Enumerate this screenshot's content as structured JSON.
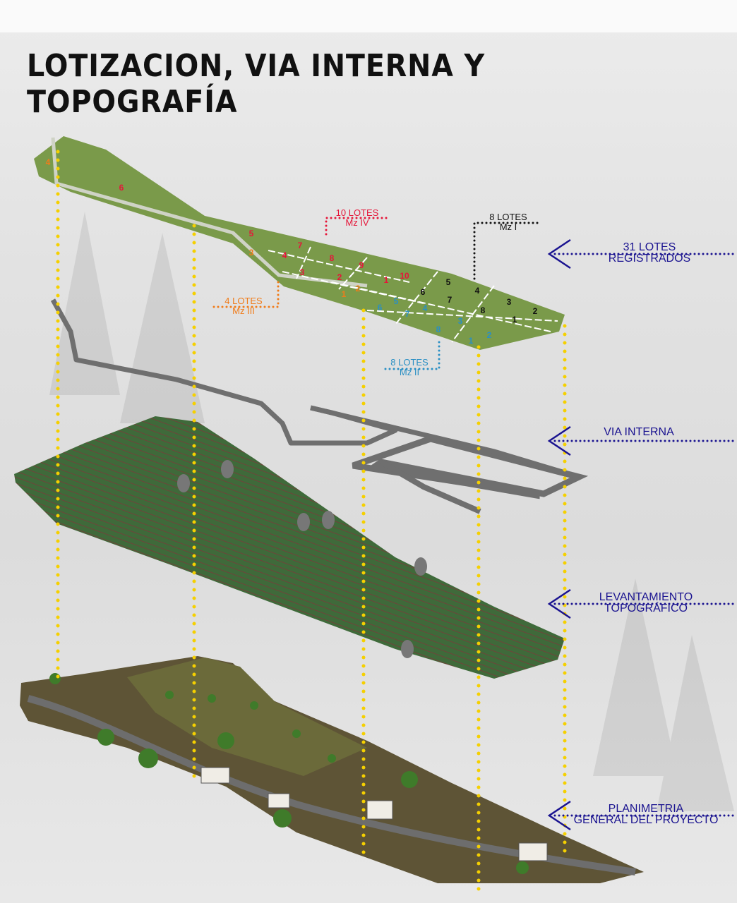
{
  "title": "LOTIZACION, VIA INTERNA Y TOPOGRAFÍA",
  "manzanas": [
    {
      "count": "10 LOTES",
      "name": "Mz IV",
      "color": "#e5173a"
    },
    {
      "count": "8 LOTES",
      "name": "Mz I",
      "color": "#111111"
    },
    {
      "count": "4 LOTES",
      "name": "Mz III",
      "color": "#f07c1a"
    },
    {
      "count": "8 LOTES",
      "name": "Mz II",
      "color": "#2a8fc4"
    }
  ],
  "lots": {
    "mz4": [
      "1",
      "2",
      "3",
      "4",
      "5",
      "6",
      "7",
      "8",
      "9",
      "10"
    ],
    "mz3": [
      "1",
      "2",
      "3",
      "4"
    ],
    "mz1": [
      "1",
      "2",
      "3",
      "4",
      "5",
      "6",
      "7",
      "8"
    ],
    "mz2": [
      "1",
      "2",
      "3",
      "4",
      "5",
      "6",
      "7",
      "8"
    ]
  },
  "layers": [
    {
      "line1": "31 LOTES",
      "line2": "REGISTRADOS"
    },
    {
      "line1": "VIA INTERNA",
      "line2": ""
    },
    {
      "line1": "LEVANTAMIENTO",
      "line2": "TOPOGRÁFICO"
    },
    {
      "line1": "PLANIMETRIA",
      "line2": "GENERAL DEL PROYECTO"
    }
  ],
  "colors": {
    "guide": "#f5d000",
    "label": "#1a1390",
    "parcel": "#7a9a4a",
    "topo": "#3f6a3a"
  }
}
